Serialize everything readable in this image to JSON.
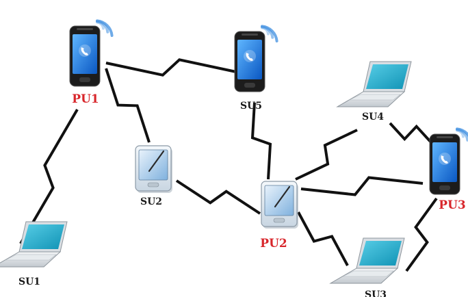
{
  "nodes": [
    {
      "id": "pu1",
      "kind": "phone",
      "label": "PU1",
      "label_color": "#d8262b"
    },
    {
      "id": "su5",
      "kind": "phone",
      "label": "SU5",
      "label_color": "#1b1b1b"
    },
    {
      "id": "su4",
      "kind": "laptop",
      "label": "SU4",
      "label_color": "#1b1b1b"
    },
    {
      "id": "pu3",
      "kind": "phone",
      "label": "PU3",
      "label_color": "#d8262b"
    },
    {
      "id": "su2",
      "kind": "tablet",
      "label": "SU2",
      "label_color": "#1b1b1b"
    },
    {
      "id": "pu2",
      "kind": "tablet",
      "label": "PU2",
      "label_color": "#d8262b"
    },
    {
      "id": "su1",
      "kind": "laptop",
      "label": "SU1",
      "label_color": "#1b1b1b"
    },
    {
      "id": "su3",
      "kind": "laptop",
      "label": "SU3",
      "label_color": "#1b1b1b"
    }
  ],
  "links": [
    {
      "from": "pu1",
      "to": "su5"
    },
    {
      "from": "pu1",
      "to": "su2"
    },
    {
      "from": "pu1",
      "to": "su1"
    },
    {
      "from": "su5",
      "to": "pu2"
    },
    {
      "from": "su2",
      "to": "pu2"
    },
    {
      "from": "pu2",
      "to": "su4"
    },
    {
      "from": "pu2",
      "to": "pu3"
    },
    {
      "from": "pu2",
      "to": "su3"
    },
    {
      "from": "su4",
      "to": "pu3"
    },
    {
      "from": "pu3",
      "to": "su3"
    }
  ],
  "colors": {
    "link": "#111111",
    "screen": "#1a7be0",
    "laptop_screen": "#1fa8c8",
    "primary_label": "#d8262b",
    "secondary_label": "#1b1b1b"
  }
}
